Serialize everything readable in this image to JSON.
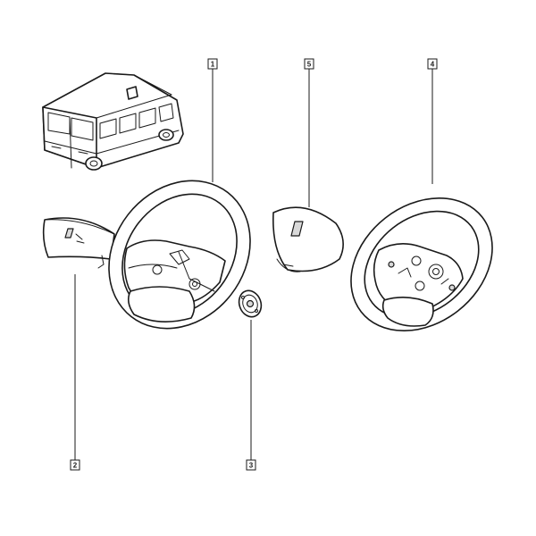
{
  "callouts": [
    {
      "id": "1",
      "label": "1"
    },
    {
      "id": "2",
      "label": "2"
    },
    {
      "id": "3",
      "label": "3"
    },
    {
      "id": "4",
      "label": "4"
    },
    {
      "id": "5",
      "label": "5"
    }
  ],
  "icons": {
    "van": "van-icon",
    "airbag_left": "airbag-cover-icon",
    "wheel_1": "steering-wheel-icon",
    "hub_3": "hub-icon",
    "airbag_5": "airbag-module-icon",
    "wheel_4": "steering-wheel-with-controls-icon"
  },
  "colors": {
    "line": "#1a1a1a",
    "fill": "#ffffff",
    "shade": "#d9d9d9"
  }
}
